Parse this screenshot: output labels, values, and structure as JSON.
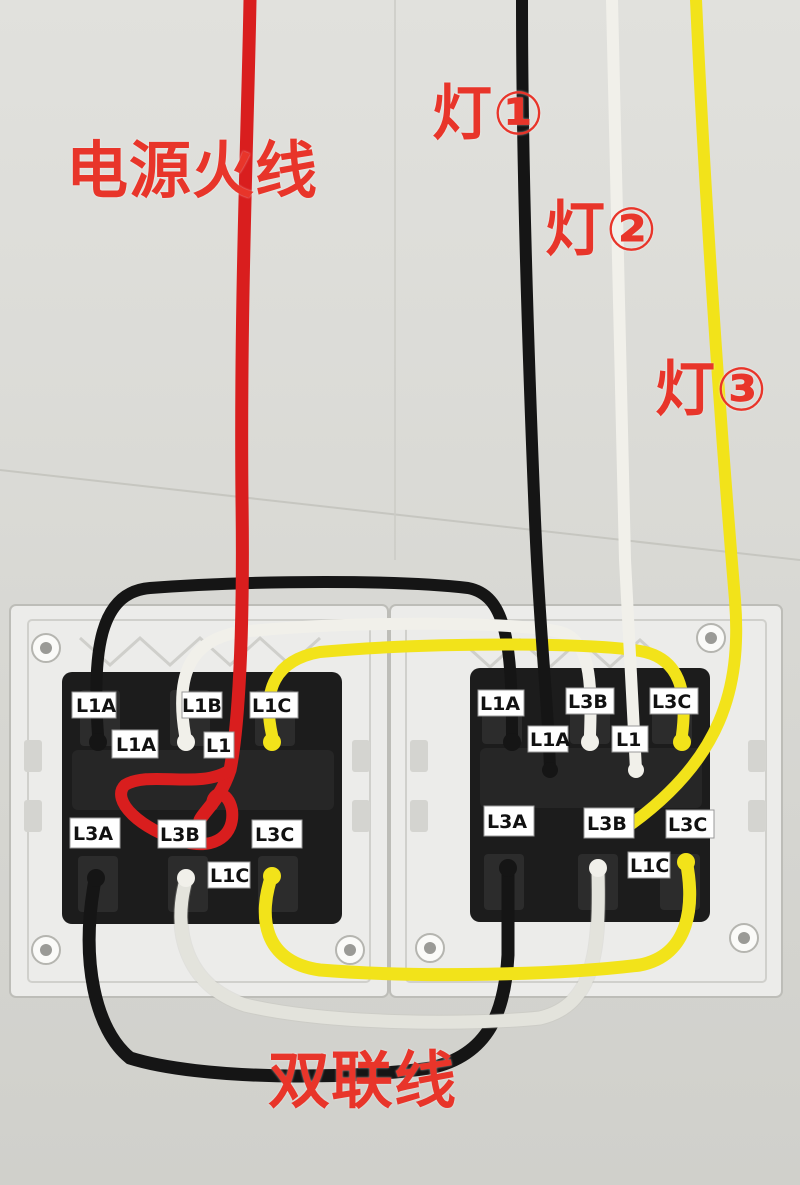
{
  "photo": {
    "colors": {
      "wall": "#d9d9d4",
      "plate": "#ececea",
      "switch_body": "#1c1c1c",
      "power_live_wire": "#d91e1e",
      "wire_black": "#151515",
      "wire_white": "#f1f0ea",
      "wire_yellow": "#f2e31a",
      "label_text": "#e8352a"
    },
    "annotations": {
      "power_live": "电源火线",
      "lamp1": "灯①",
      "lamp2": "灯②",
      "lamp3": "灯③",
      "twin_link": "双联线"
    },
    "left_switch": {
      "top_row": [
        "L1A",
        "L1B",
        "L1C"
      ],
      "mid_row": [
        "L1A",
        "L1"
      ],
      "bottom_row": [
        "L3A",
        "L3B",
        "L3C"
      ],
      "low_row": [
        "L1C"
      ]
    },
    "right_switch": {
      "top_row": [
        "L1A",
        "L3B",
        "L3C"
      ],
      "mid_row": [
        "L1A",
        "L1"
      ],
      "bottom_row": [
        "L3A",
        "L3B",
        "L3C"
      ],
      "low_row": [
        "L1C"
      ]
    }
  }
}
